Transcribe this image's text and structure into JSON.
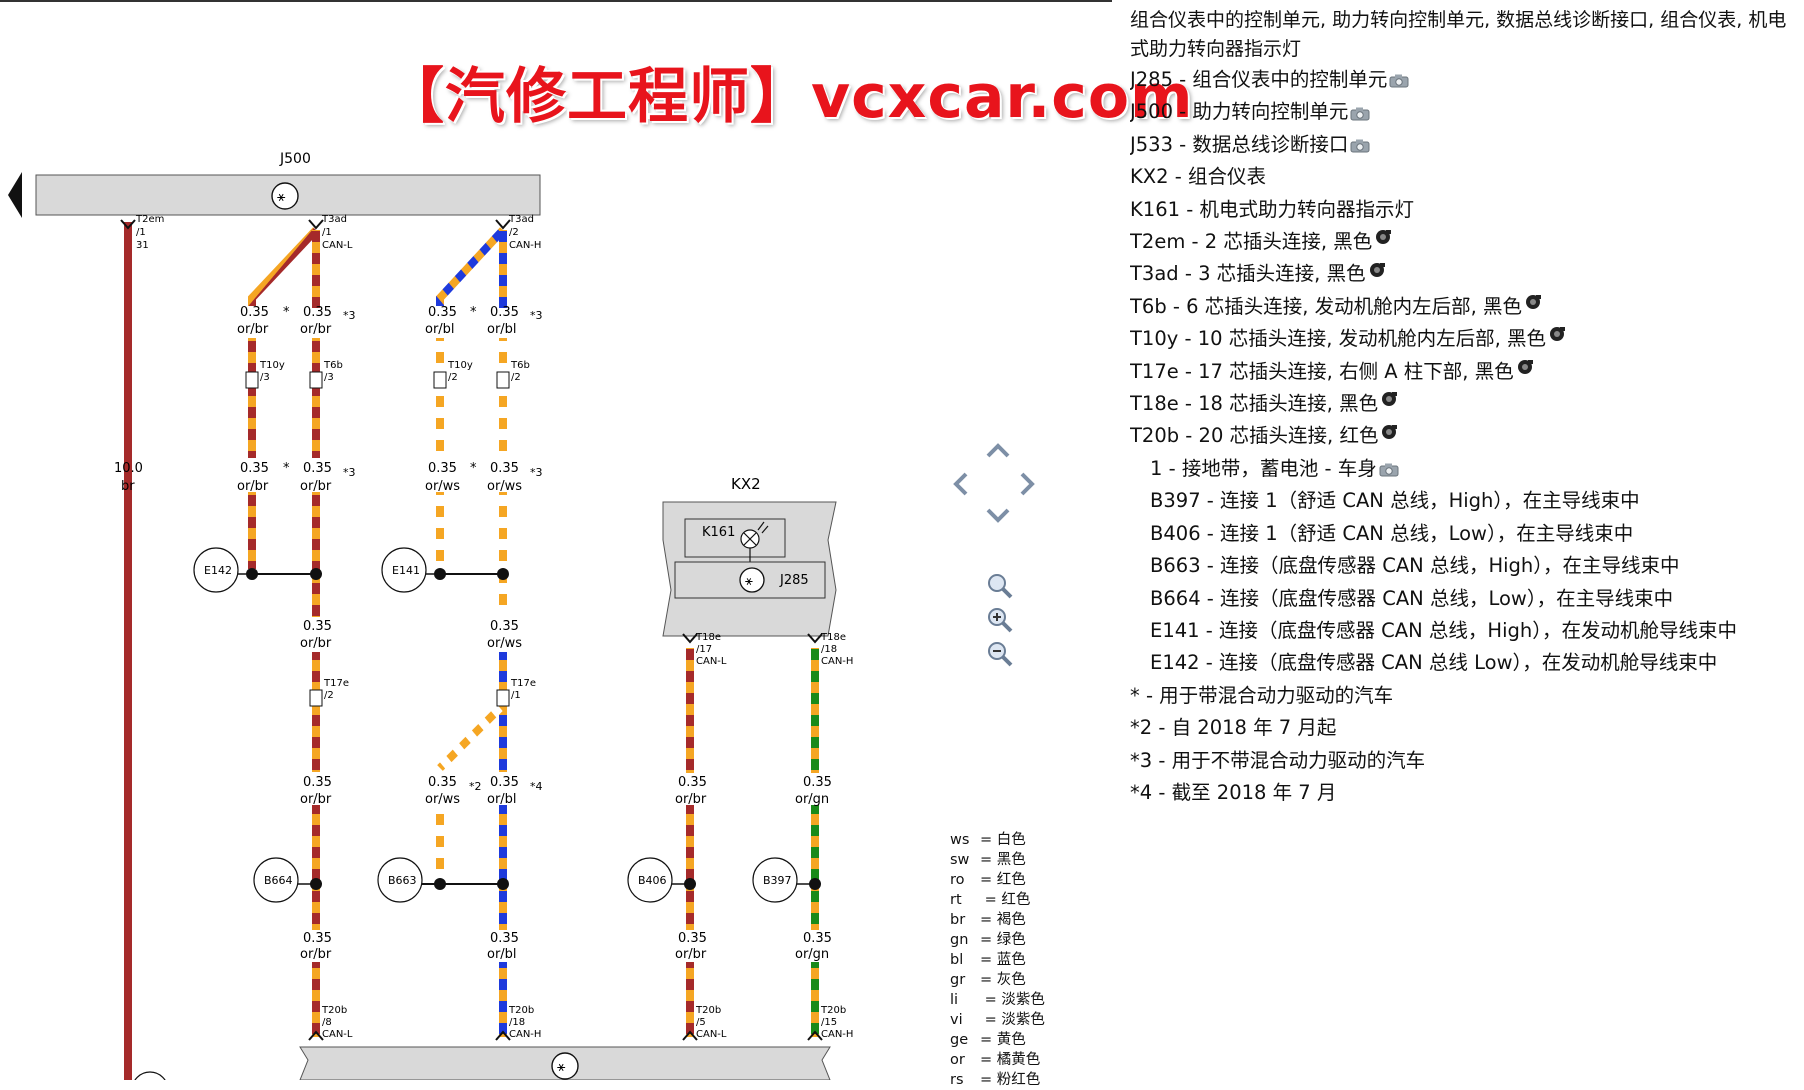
{
  "watermark": "【汽修工程师】vcxcar.com",
  "components": {
    "j500": "J500",
    "kx2": "KX2",
    "k161": "K161",
    "j285": "J285",
    "e142": "E142",
    "e141": "E141",
    "b664": "B664",
    "b663": "B663",
    "b406": "B406",
    "b397": "B397"
  },
  "wires": {
    "t2em": "T2em",
    "t2em_pin": "/1",
    "t2em_sig": "31",
    "t3ad": "T3ad",
    "t3ad_pin1": "/1",
    "t3ad_pin2": "/2",
    "can_l": "CAN-L",
    "can_h": "CAN-H",
    "t10y": "T10y",
    "t6b": "T6b",
    "t17e": "T17e",
    "t18e": "T18e",
    "t20b": "T20b",
    "p3": "/3",
    "p2": "/2",
    "p1": "/1",
    "p17": "/17",
    "p18": "/18",
    "p8": "/8",
    "p18b": "/18",
    "p5": "/5",
    "p15": "/15",
    "s035": "0.35",
    "s10": "10.0",
    "or_br": "or/br",
    "or_bl": "or/bl",
    "or_ws": "or/ws",
    "or_gn": "or/gn",
    "br": "br",
    "m_star": "*",
    "m3": "*3",
    "m2": "*2",
    "m4": "*4"
  },
  "legend": {
    "title": "组合仪表中的控制单元, 助力转向控制单元, 数据总线诊断接口, 组合仪表, 机电式助力转向器指示灯",
    "items": [
      {
        "text": "J285 - 组合仪表中的控制单元",
        "icon": "camera-icon"
      },
      {
        "text": "J500 - 助力转向控制单元",
        "icon": "camera-icon"
      },
      {
        "text": "J533 - 数据总线诊断接口",
        "icon": "camera-icon"
      },
      {
        "text": "KX2 - 组合仪表",
        "icon": ""
      },
      {
        "text": "K161 - 机电式助力转向器指示灯",
        "icon": ""
      },
      {
        "text": "T2em - 2 芯插头连接, 黑色",
        "icon": "connector-icon"
      },
      {
        "text": "T3ad - 3 芯插头连接, 黑色",
        "icon": "connector-icon"
      },
      {
        "text": "T6b - 6 芯插头连接, 发动机舱内左后部, 黑色",
        "icon": "connector-icon"
      },
      {
        "text": "T10y - 10 芯插头连接, 发动机舱内左后部, 黑色",
        "icon": "connector-icon"
      },
      {
        "text": "T17e - 17 芯插头连接, 右侧 A 柱下部, 黑色",
        "icon": "connector-icon"
      },
      {
        "text": "T18e - 18 芯插头连接, 黑色",
        "icon": "connector-icon"
      },
      {
        "text": "T20b - 20 芯插头连接, 红色",
        "icon": "connector-icon"
      },
      {
        "text": "1 - 接地带，蓄电池 - 车身",
        "icon": "camera-icon",
        "indent": true
      },
      {
        "text": "B397 - 连接 1（舒适 CAN 总线，High），在主导线束中",
        "icon": "",
        "indent": true
      },
      {
        "text": "B406 - 连接 1（舒适 CAN 总线，Low），在主导线束中",
        "icon": "",
        "indent": true
      },
      {
        "text": "B663 - 连接（底盘传感器 CAN 总线，High），在主导线束中",
        "icon": "",
        "indent": true
      },
      {
        "text": "B664 - 连接（底盘传感器 CAN 总线，Low），在主导线束中",
        "icon": "",
        "indent": true
      },
      {
        "text": "E141 - 连接（底盘传感器 CAN 总线，High），在发动机舱导线束中",
        "icon": "",
        "indent": true
      },
      {
        "text": "E142 - 连接（底盘传感器 CAN 总线 Low），在发动机舱导线束中",
        "icon": "",
        "indent": true
      },
      {
        "text": "* - 用于带混合动力驱动的汽车",
        "icon": ""
      },
      {
        "text": "*2 - 自 2018 年 7 月起",
        "icon": ""
      },
      {
        "text": "*3 - 用于不带混合动力驱动的汽车",
        "icon": ""
      },
      {
        "text": "*4 - 截至 2018 年 7 月",
        "icon": ""
      }
    ]
  },
  "color_codes": [
    {
      "code": "ws",
      "name": "= 白色"
    },
    {
      "code": "sw",
      "name": "= 黑色"
    },
    {
      "code": "ro",
      "name": "= 红色"
    },
    {
      "code": "rt",
      "name": " = 红色"
    },
    {
      "code": "br",
      "name": "= 褐色"
    },
    {
      "code": "gn",
      "name": "= 绿色"
    },
    {
      "code": "bl",
      "name": "= 蓝色"
    },
    {
      "code": "gr",
      "name": "= 灰色"
    },
    {
      "code": "li",
      "name": " = 淡紫色"
    },
    {
      "code": "vi",
      "name": " = 淡紫色"
    },
    {
      "code": "ge",
      "name": "= 黄色"
    },
    {
      "code": "or",
      "name": "= 橘黄色"
    },
    {
      "code": "rs",
      "name": "= 粉红色"
    }
  ],
  "colors": {
    "orange": "#f5a623",
    "brown": "#a52a2a",
    "blue": "#1e3adc",
    "green": "#1a8a1a",
    "white": "#ffffff",
    "box": "#d9d9d9",
    "watermark": "#e8141c"
  }
}
